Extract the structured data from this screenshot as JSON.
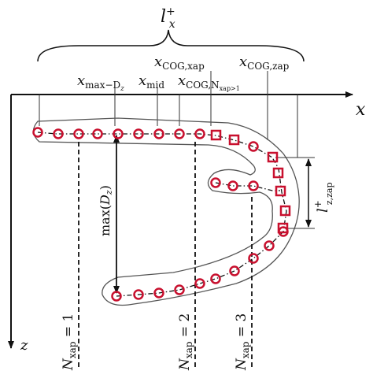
{
  "colors": {
    "marker": "#c8102e",
    "line": "#111111",
    "outline": "#333333"
  },
  "labels": {
    "lx_plus": {
      "main": "l",
      "sub": "x",
      "sup": "+"
    },
    "x_max_dz": {
      "main": "x",
      "sub": "max−D",
      "subsub": "z"
    },
    "x_mid": {
      "main": "x",
      "sub": "mid"
    },
    "x_cog_nxap": {
      "main": "x",
      "sub": "COG,N",
      "subsub": "xap>1"
    },
    "x_cog_xap": {
      "main": "x",
      "sub": "COG,xap"
    },
    "x_cog_zap": {
      "main": "x",
      "sub": "COG,zap"
    },
    "x_axis": "x",
    "z_axis": "z",
    "max_dz": {
      "prefix": "max(",
      "main": "D",
      "sub": "z",
      "suffix": ")"
    },
    "lz_zap": {
      "main": "l",
      "sub": "z,zap",
      "sup": "+"
    },
    "n_xap_1": {
      "main": "N",
      "sub": "xap",
      "eq": " = 1"
    },
    "n_xap_2": {
      "main": "N",
      "sub": "xap",
      "eq": " = 2"
    },
    "n_xap_3": {
      "main": "N",
      "sub": "xap",
      "eq": " = 3"
    }
  },
  "markers": {
    "circle_icon": "hollow-circle",
    "square_icon": "hollow-square"
  }
}
